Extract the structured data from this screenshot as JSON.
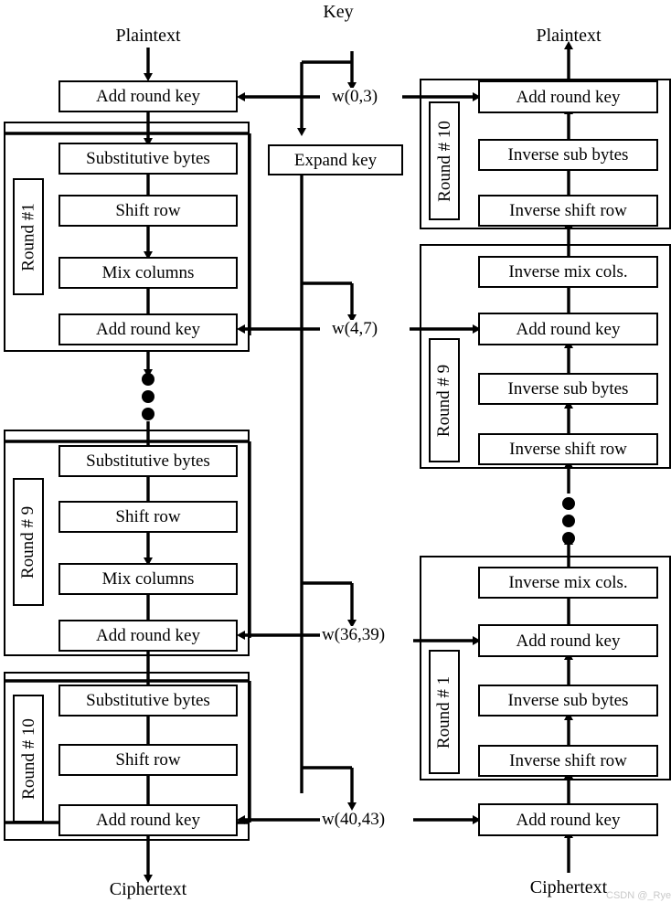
{
  "diagram": {
    "title_labels": {
      "plaintext_left": "Plaintext",
      "key": "Key",
      "plaintext_right": "Plaintext",
      "ciphertext_left": "Ciphertext",
      "ciphertext_right": "Ciphertext"
    },
    "watermark": "CSDN @_Rye_",
    "colors": {
      "stroke": "#000000",
      "background": "#ffffff",
      "watermark": "#c9c9c9"
    }
  },
  "key_schedule": {
    "expand_label": "Expand key",
    "words": [
      {
        "label": "w(0,3)"
      },
      {
        "label": "w(4,7)"
      },
      {
        "label": "w(36,39)"
      },
      {
        "label": "w(40,43)"
      }
    ]
  },
  "encryption": {
    "initial_op": "Add round key",
    "rounds": [
      {
        "tag": "Round #1",
        "steps": [
          "Substitutive bytes",
          "Shift row",
          "Mix columns",
          "Add round key"
        ]
      },
      {
        "tag": "Round # 9",
        "steps": [
          "Substitutive bytes",
          "Shift row",
          "Mix columns",
          "Add round key"
        ]
      },
      {
        "tag": "Round # 10",
        "steps": [
          "Substitutive bytes",
          "Shift row",
          "Add round key"
        ]
      }
    ]
  },
  "decryption": {
    "final_op": "Add round key",
    "rounds": [
      {
        "tag": "Round # 10",
        "steps": [
          "Add round key",
          "Inverse sub bytes",
          "Inverse shift row"
        ]
      },
      {
        "tag": "Round # 9",
        "steps": [
          "Inverse mix cols.",
          "Add round key",
          "Inverse sub bytes",
          "Inverse shift row"
        ]
      },
      {
        "tag": "Round # 1",
        "steps": [
          "Inverse mix cols.",
          "Add round key",
          "Inverse sub bytes",
          "Inverse shift row"
        ]
      }
    ]
  }
}
